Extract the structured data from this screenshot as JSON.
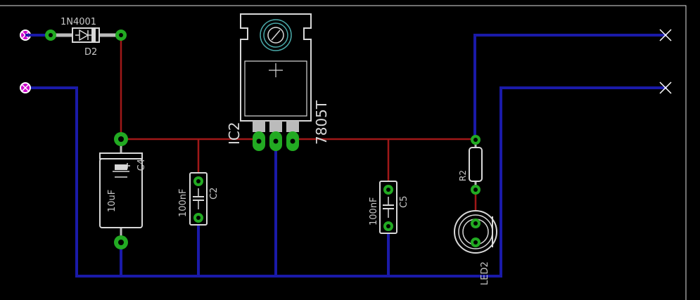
{
  "labels": {
    "d2_value": "1N4001",
    "d2_name": "D2",
    "c4_name": "C4",
    "c4_value": "10uF",
    "c2_value": "100nF",
    "c2_name": "C2",
    "ic2_name": "IC2",
    "ic2_value": "7805T",
    "c5_value": "100nF",
    "c5_name": "C5",
    "r2_name": "R2",
    "led2_name": "LED2"
  },
  "colors": {
    "background": "#000000",
    "top_trace": "#a01818",
    "bottom_trace": "#1a1aa8",
    "pad": "#22aa22",
    "silkscreen": "#d8d8d8",
    "connector": "#cc00cc",
    "frame": "#e0e0e0"
  }
}
